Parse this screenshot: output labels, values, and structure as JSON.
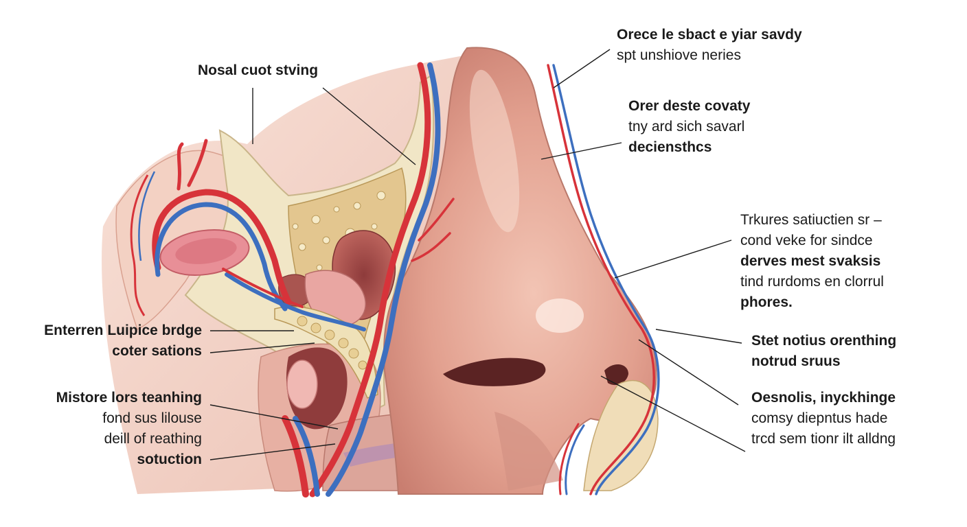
{
  "labels": {
    "top_left": {
      "lines": [
        "Nosal cuot stving"
      ]
    },
    "top_right": {
      "lines": [
        "Orece le sbact e yiar savdy",
        "spt  unshiove neries"
      ]
    },
    "upper_right": {
      "lines": [
        "Orer deste  covaty",
        "tny  ard  sich  savarl",
        "deciensthcs"
      ]
    },
    "mid_right": {
      "lines": [
        "Trkures  satiuctien sr –",
        "cond veke for sindce",
        "derves  mest svaksis",
        "tind  rurdoms en clorrul",
        "phores."
      ]
    },
    "mid_left": {
      "lines": [
        "Enterren Luipice brdge",
        "coter sations"
      ]
    },
    "lower_left": {
      "lines": [
        "Mistore lors teanhing",
        "fond sus lilouse",
        "deill of  reathing",
        "sotuction"
      ]
    },
    "lower_right_a": {
      "lines": [
        "Stet  notius  orenthing",
        "notrud sruus"
      ]
    },
    "lower_right_b": {
      "lines": [
        "Oesnolis, inyckhinge",
        "comsy  diepntus hade",
        "trcd sem tionr ilt  alldng"
      ]
    }
  },
  "colors": {
    "skin": "#e2a08f",
    "skin_light": "#f2c4b4",
    "bone": "#f1e6c6",
    "sinus": "#e3c68f",
    "artery": "#d7333a",
    "vein": "#3d6fbf",
    "membrane": "#e88f97"
  }
}
